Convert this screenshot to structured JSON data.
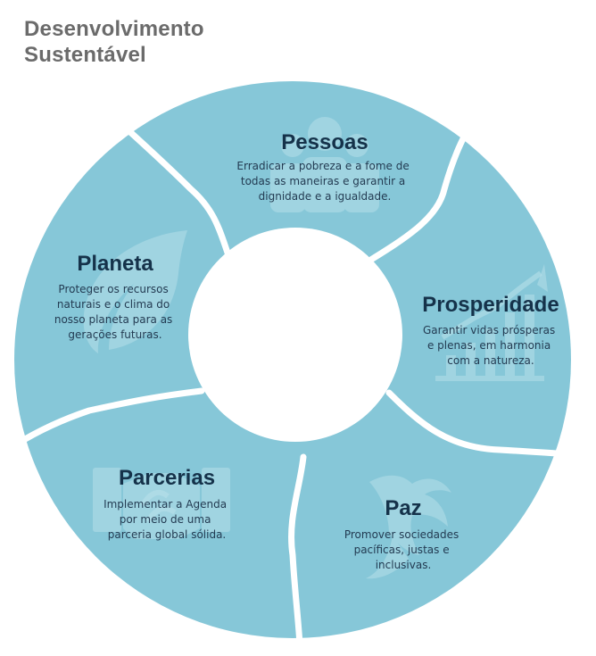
{
  "title": {
    "line1": "Desenvolvimento",
    "line2": "Sustentável"
  },
  "colors": {
    "segment": "#86c7d8",
    "separator": "#ffffff",
    "heading": "#15324a",
    "text": "#233b52",
    "title": "#6b6b6b"
  },
  "segments": [
    {
      "title": "Pessoas",
      "desc": [
        "Erradicar a pobreza e a fome de",
        "todas as maneiras e garantir a",
        "dignidade e a igualdade."
      ],
      "icon": "people-icon"
    },
    {
      "title": "Prosperidade",
      "desc": [
        "Garantir vidas prósperas",
        "e plenas, em harmonia",
        "com a natureza."
      ],
      "icon": "growth-chart-icon"
    },
    {
      "title": "Paz",
      "desc": [
        "Promover sociedades",
        "pacíficas, justas e",
        "inclusivas."
      ],
      "icon": "dove-icon"
    },
    {
      "title": "Parcerias",
      "desc": [
        "Implementar a Agenda",
        "por meio de uma",
        "parceria global sólida."
      ],
      "icon": "handshake-icon"
    },
    {
      "title": "Planeta",
      "desc": [
        "Proteger os recursos",
        "naturais e o clima do",
        "nosso planeta para as",
        "gerações futuras."
      ],
      "icon": "leaf-icon"
    }
  ]
}
